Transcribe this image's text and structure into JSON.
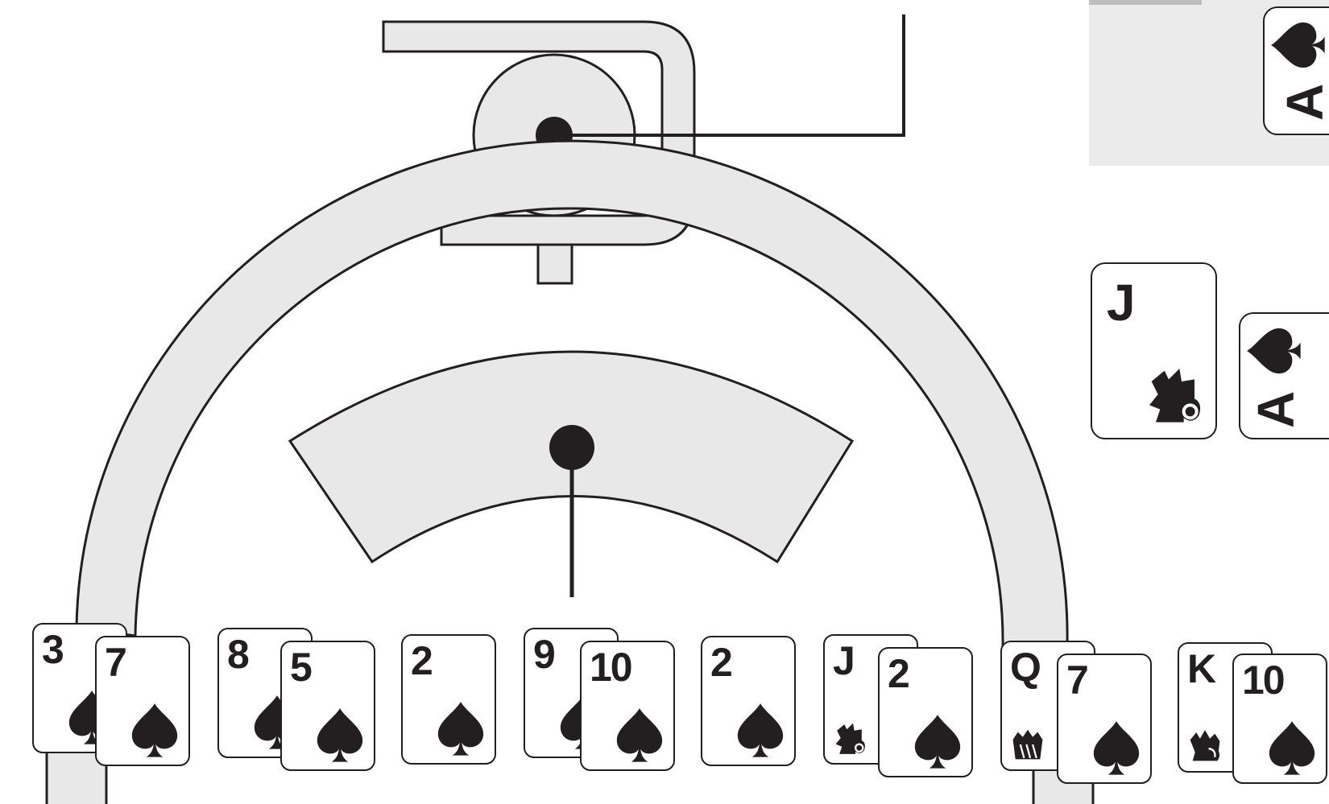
{
  "colors": {
    "ink": "#231f20",
    "fill": "#e8e8e8",
    "panel": "#ebebeb",
    "card": "#ffffff"
  },
  "panel_card": {
    "rank": "A",
    "suit_icon": "spade-icon"
  },
  "side_cards": [
    {
      "rank": "J",
      "face_icon": "jack-face-icon"
    },
    {
      "rank": "A",
      "suit_icon": "spade-icon"
    }
  ],
  "hand": [
    {
      "back": {
        "rank": "3"
      },
      "front": {
        "rank": "7"
      }
    },
    {
      "back": {
        "rank": "8"
      },
      "front": {
        "rank": "5"
      }
    },
    {
      "front": {
        "rank": "2"
      }
    },
    {
      "back": {
        "rank": "9"
      },
      "front": {
        "rank": "10"
      }
    },
    {
      "front": {
        "rank": "2"
      }
    },
    {
      "back": {
        "rank": "J"
      },
      "front": {
        "rank": "2"
      }
    },
    {
      "back": {
        "rank": "Q"
      },
      "front": {
        "rank": "7"
      }
    },
    {
      "back": {
        "rank": "K"
      },
      "front": {
        "rank": "10"
      }
    }
  ]
}
